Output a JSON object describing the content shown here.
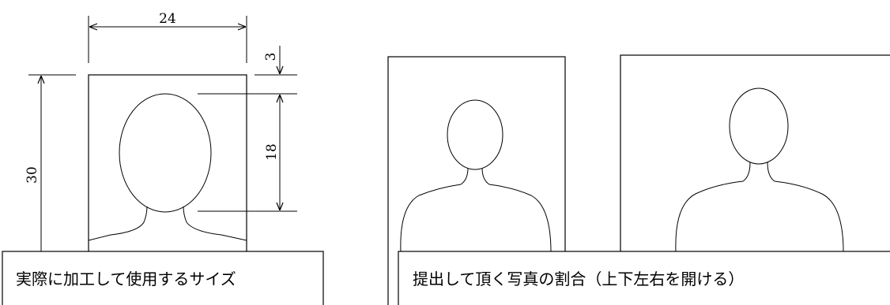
{
  "dimensions": {
    "width_label": "24",
    "top_margin_label": "3",
    "face_height_label": "18",
    "height_label": "30"
  },
  "captions": {
    "left": "実際に加工して使用するサイズ",
    "right": "提出して頂く写真の割合（上下左右を開ける）"
  }
}
